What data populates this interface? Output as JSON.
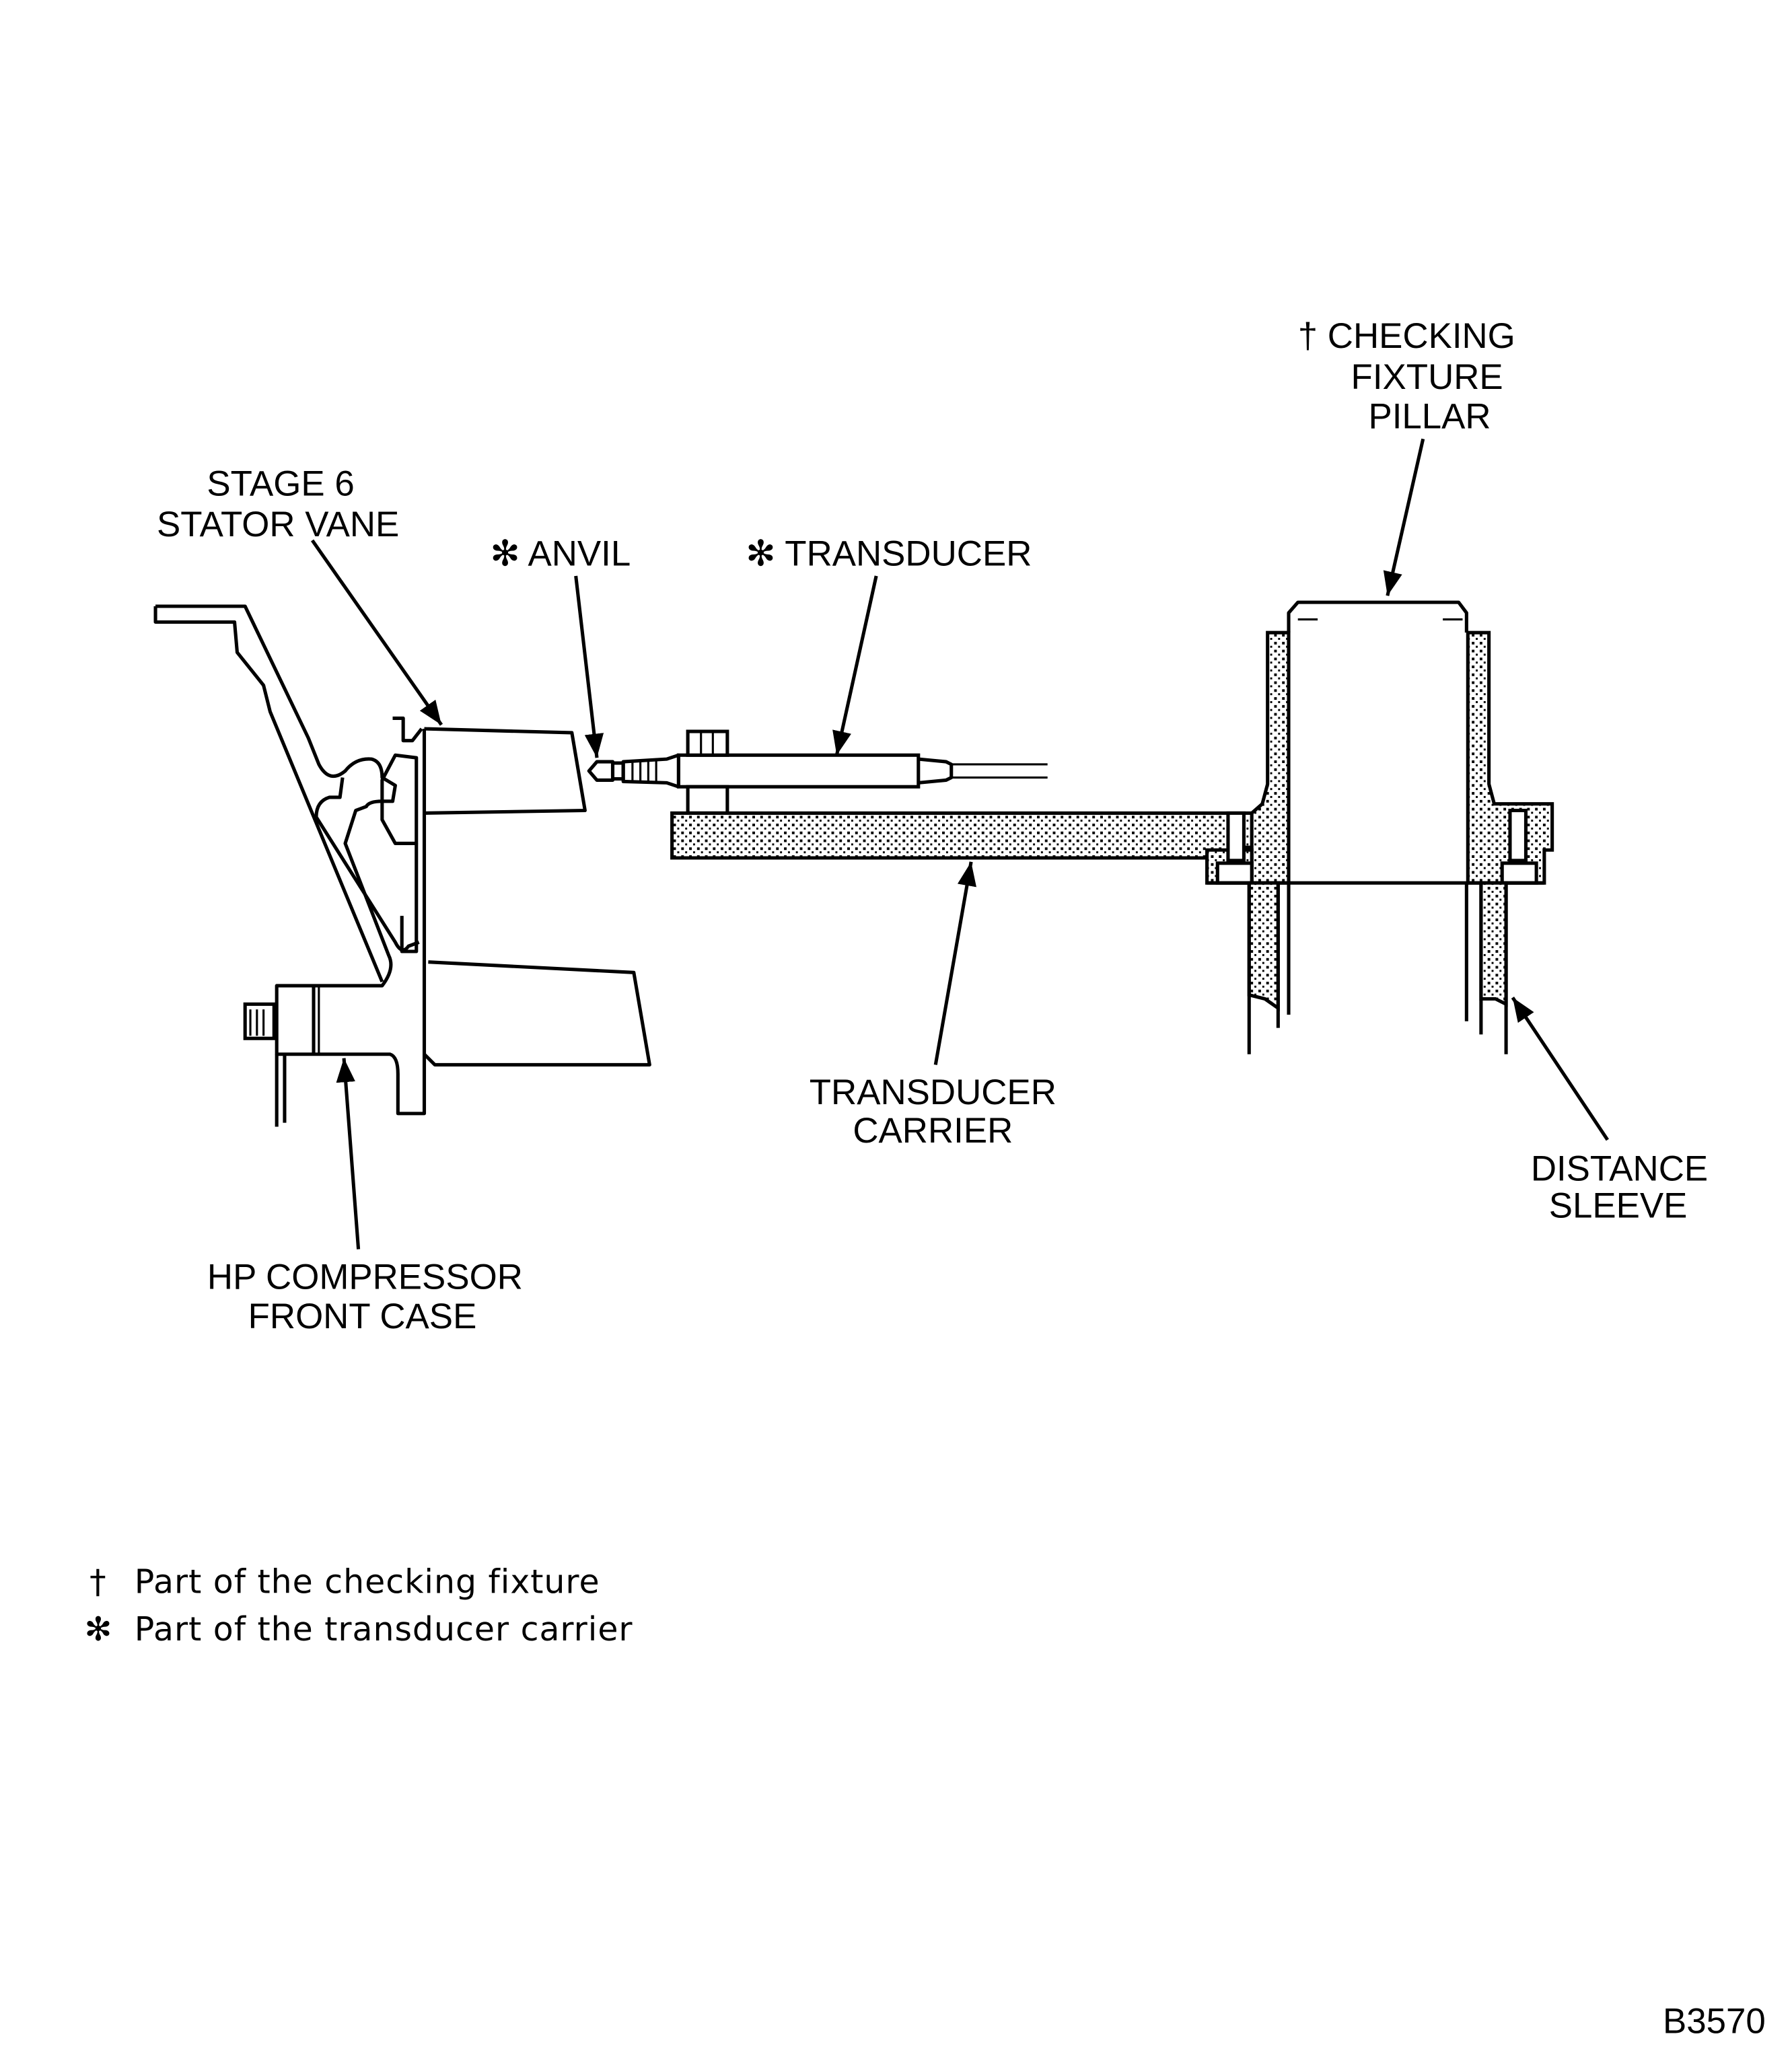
{
  "labels": {
    "stage6_line1": "STAGE 6",
    "stage6_line2": "STATOR VANE",
    "anvil": "✻ ANVIL",
    "transducer": "✻ TRANSDUCER",
    "pillar_line1": "† CHECKING",
    "pillar_line2": "FIXTURE",
    "pillar_line3": "PILLAR",
    "carrier_line1": "TRANSDUCER",
    "carrier_line2": "CARRIER",
    "sleeve_line1": "DISTANCE",
    "sleeve_line2": "SLEEVE",
    "case_line1": "HP COMPRESSOR",
    "case_line2": "FRONT CASE"
  },
  "legend": [
    {
      "symbol": "†",
      "text": "Part of the checking fixture"
    },
    {
      "symbol": "✻",
      "text": "Part of the transducer carrier"
    }
  ],
  "figure_id": "B3570"
}
